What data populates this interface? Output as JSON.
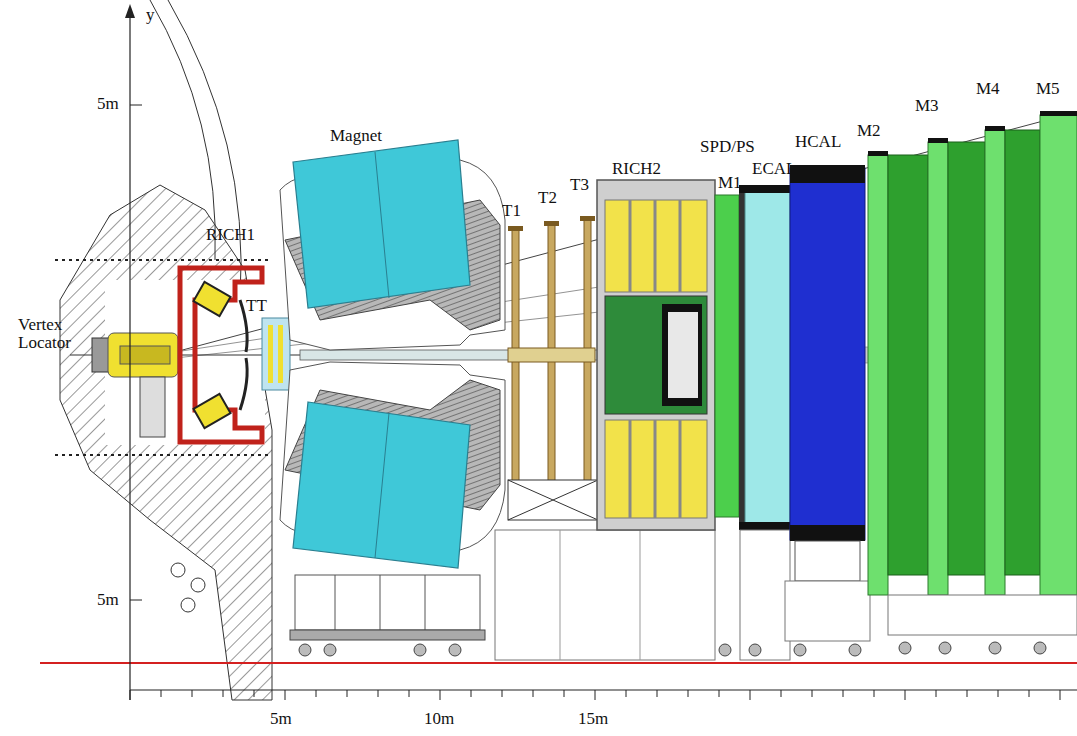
{
  "diagram": {
    "labels": [
      "y",
      "5m",
      "Magnet",
      "RICH1",
      "Vertex Locator",
      "TT",
      "T1",
      "T2",
      "T3",
      "RICH2",
      "SPD/PS",
      "ECAL",
      "HCAL",
      "M1",
      "M2",
      "M3",
      "M4",
      "M5",
      "5m",
      "5m",
      "10m",
      "15m"
    ]
  }
}
